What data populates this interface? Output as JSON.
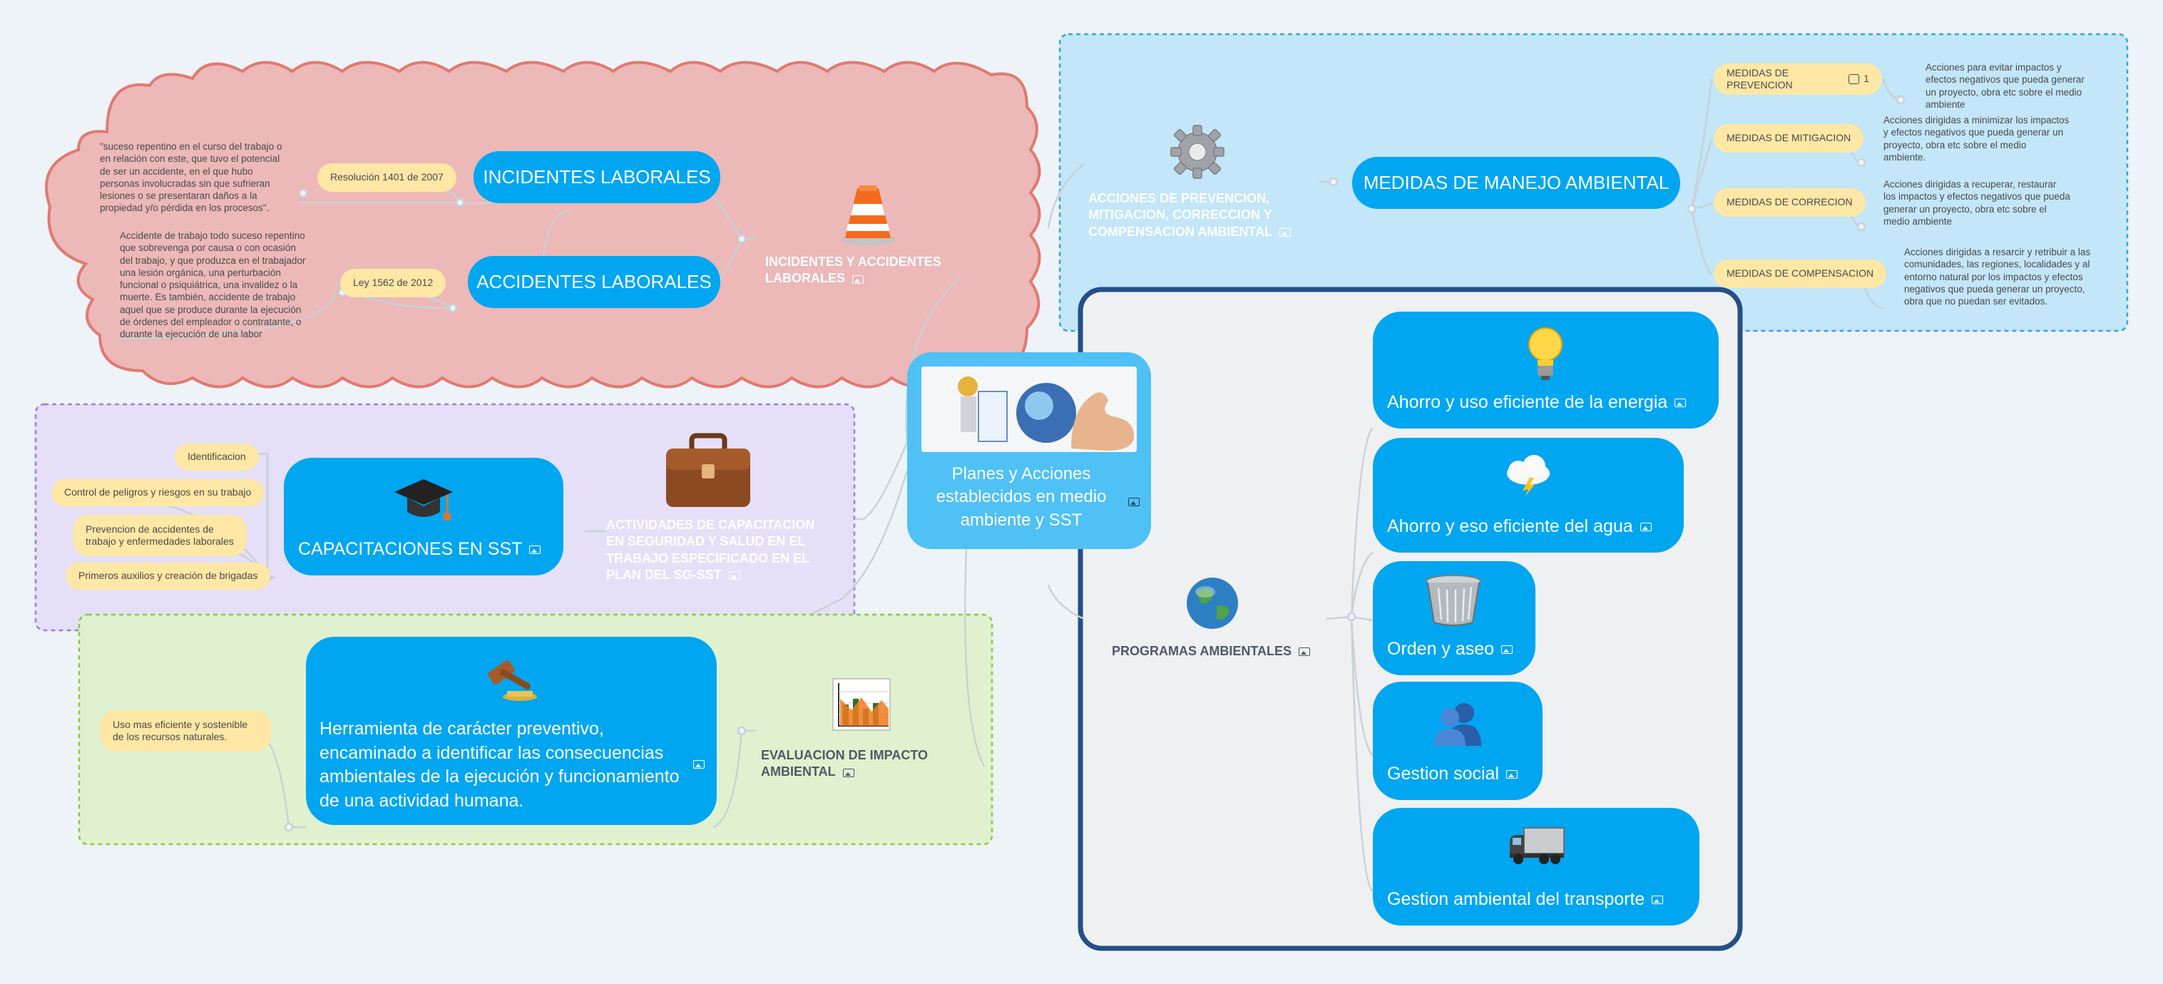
{
  "central": {
    "title": "Planes y Acciones establecidos en medio ambiente y SST"
  },
  "colors": {
    "blue_node": "#00a6f0",
    "central_bg": "#4fc1f5",
    "red_cloud": "#ecb8b8",
    "purple_box": "#e5e0f7",
    "green_box": "#e0f1cf",
    "blue_box": "#c3e6f8",
    "programs_frame": "#244f86",
    "tag": "#ffe7a6"
  },
  "incidentes": {
    "branch": "INCIDENTES Y ACCIDENTES LABORALES",
    "icon": "traffic-cone-icon",
    "nodes": [
      {
        "label": "INCIDENTES LABORALES",
        "tag": "Resolución 1401 de 2007",
        "note": "\"suceso repentino en el curso del trabajo o en relación con este, que tuvo el potencial de ser un accidente, en el que hubo personas involucradas sin que sufrieran lesiones o se presentaran daños a la propiedad y/o pérdida en los procesos\"."
      },
      {
        "label": "ACCIDENTES LABORALES",
        "tag": "Ley 1562 de 2012",
        "note": "Accidente de trabajo todo suceso repentino que sobrevenga por causa o con ocasión del trabajo, y que produzca en el trabajador una lesión orgánica, una perturbación funcional o psiquiátrica, una invalidez o la muerte. Es también, accidente de trabajo aquel que se produce durante la ejecución de órdenes del empleador o contratante, o durante la ejecución de una labor"
      }
    ]
  },
  "capacitacion": {
    "branch": "ACTIVIDADES DE CAPACITACION EN SEGURIDAD Y SALUD EN EL TRABAJO ESPECIFICADO EN EL PLAN DEL SG-SST",
    "icon": "briefcase-icon",
    "node": "CAPACITACIONES EN SST",
    "node_icon": "graduation-cap-icon",
    "items": [
      "Identificacion",
      "Control de peligros y riesgos en su trabajo",
      "Prevencion de accidentes de trabajo y enfermedades laborales",
      "Primeros auxilios y creación de brigadas"
    ]
  },
  "evaluacion": {
    "branch": "EVALUACION DE IMPACTO AMBIENTAL",
    "icon": "chart-icon",
    "node": "Herramienta de carácter preventivo, encaminado a identificar las consecuencias ambientales de la ejecución y funcionamiento de una actividad humana.",
    "node_icon": "gavel-icon",
    "item": "Uso mas eficiente y sostenible de los recursos naturales."
  },
  "medidas": {
    "branch": "ACCIONES DE PREVENCION, MITIGACION, CORRECCION Y COMPENSACION AMBIENTAL",
    "icon": "gear-icon",
    "node": "MEDIDAS DE MANEJO AMBIENTAL",
    "items": [
      {
        "label": "MEDIDAS DE PREVENCION",
        "comments": "1",
        "note": "Acciones para evitar impactos y efectos negativos que pueda generar un proyecto, obra etc sobre el medio ambiente"
      },
      {
        "label": "MEDIDAS DE MITIGACION",
        "note": "Acciones dirigidas a minimizar los impactos y efectos negativos que pueda generar un proyecto, obra etc sobre el medio ambiente."
      },
      {
        "label": "MEDIDAS DE CORRECION",
        "note": "Acciones dirigidas a recuperar, restaurar los impactos y efectos negativos que pueda generar un proyecto, obra etc sobre el medio ambiente"
      },
      {
        "label": "MEDIDAS DE COMPENSACION",
        "note": "Acciones dirigidas a resarcir y retribuir a las comunidades, las regiones, localidades y al entorno natural por los impactos y efectos negativos que pueda generar un proyecto, obra que  no puedan ser evitados."
      }
    ]
  },
  "programas": {
    "branch": "PROGRAMAS AMBIENTALES",
    "icon": "globe-icon",
    "items": [
      {
        "label": "Ahorro y uso eficiente de la energia",
        "icon": "light-bulb-icon"
      },
      {
        "label": "Ahorro y eso eficiente del agua",
        "icon": "storm-cloud-icon"
      },
      {
        "label": "Orden y aseo",
        "icon": "trash-bin-icon"
      },
      {
        "label": "Gestion social",
        "icon": "people-icon"
      },
      {
        "label": "Gestion ambiental del transporte",
        "icon": "truck-icon"
      }
    ]
  }
}
